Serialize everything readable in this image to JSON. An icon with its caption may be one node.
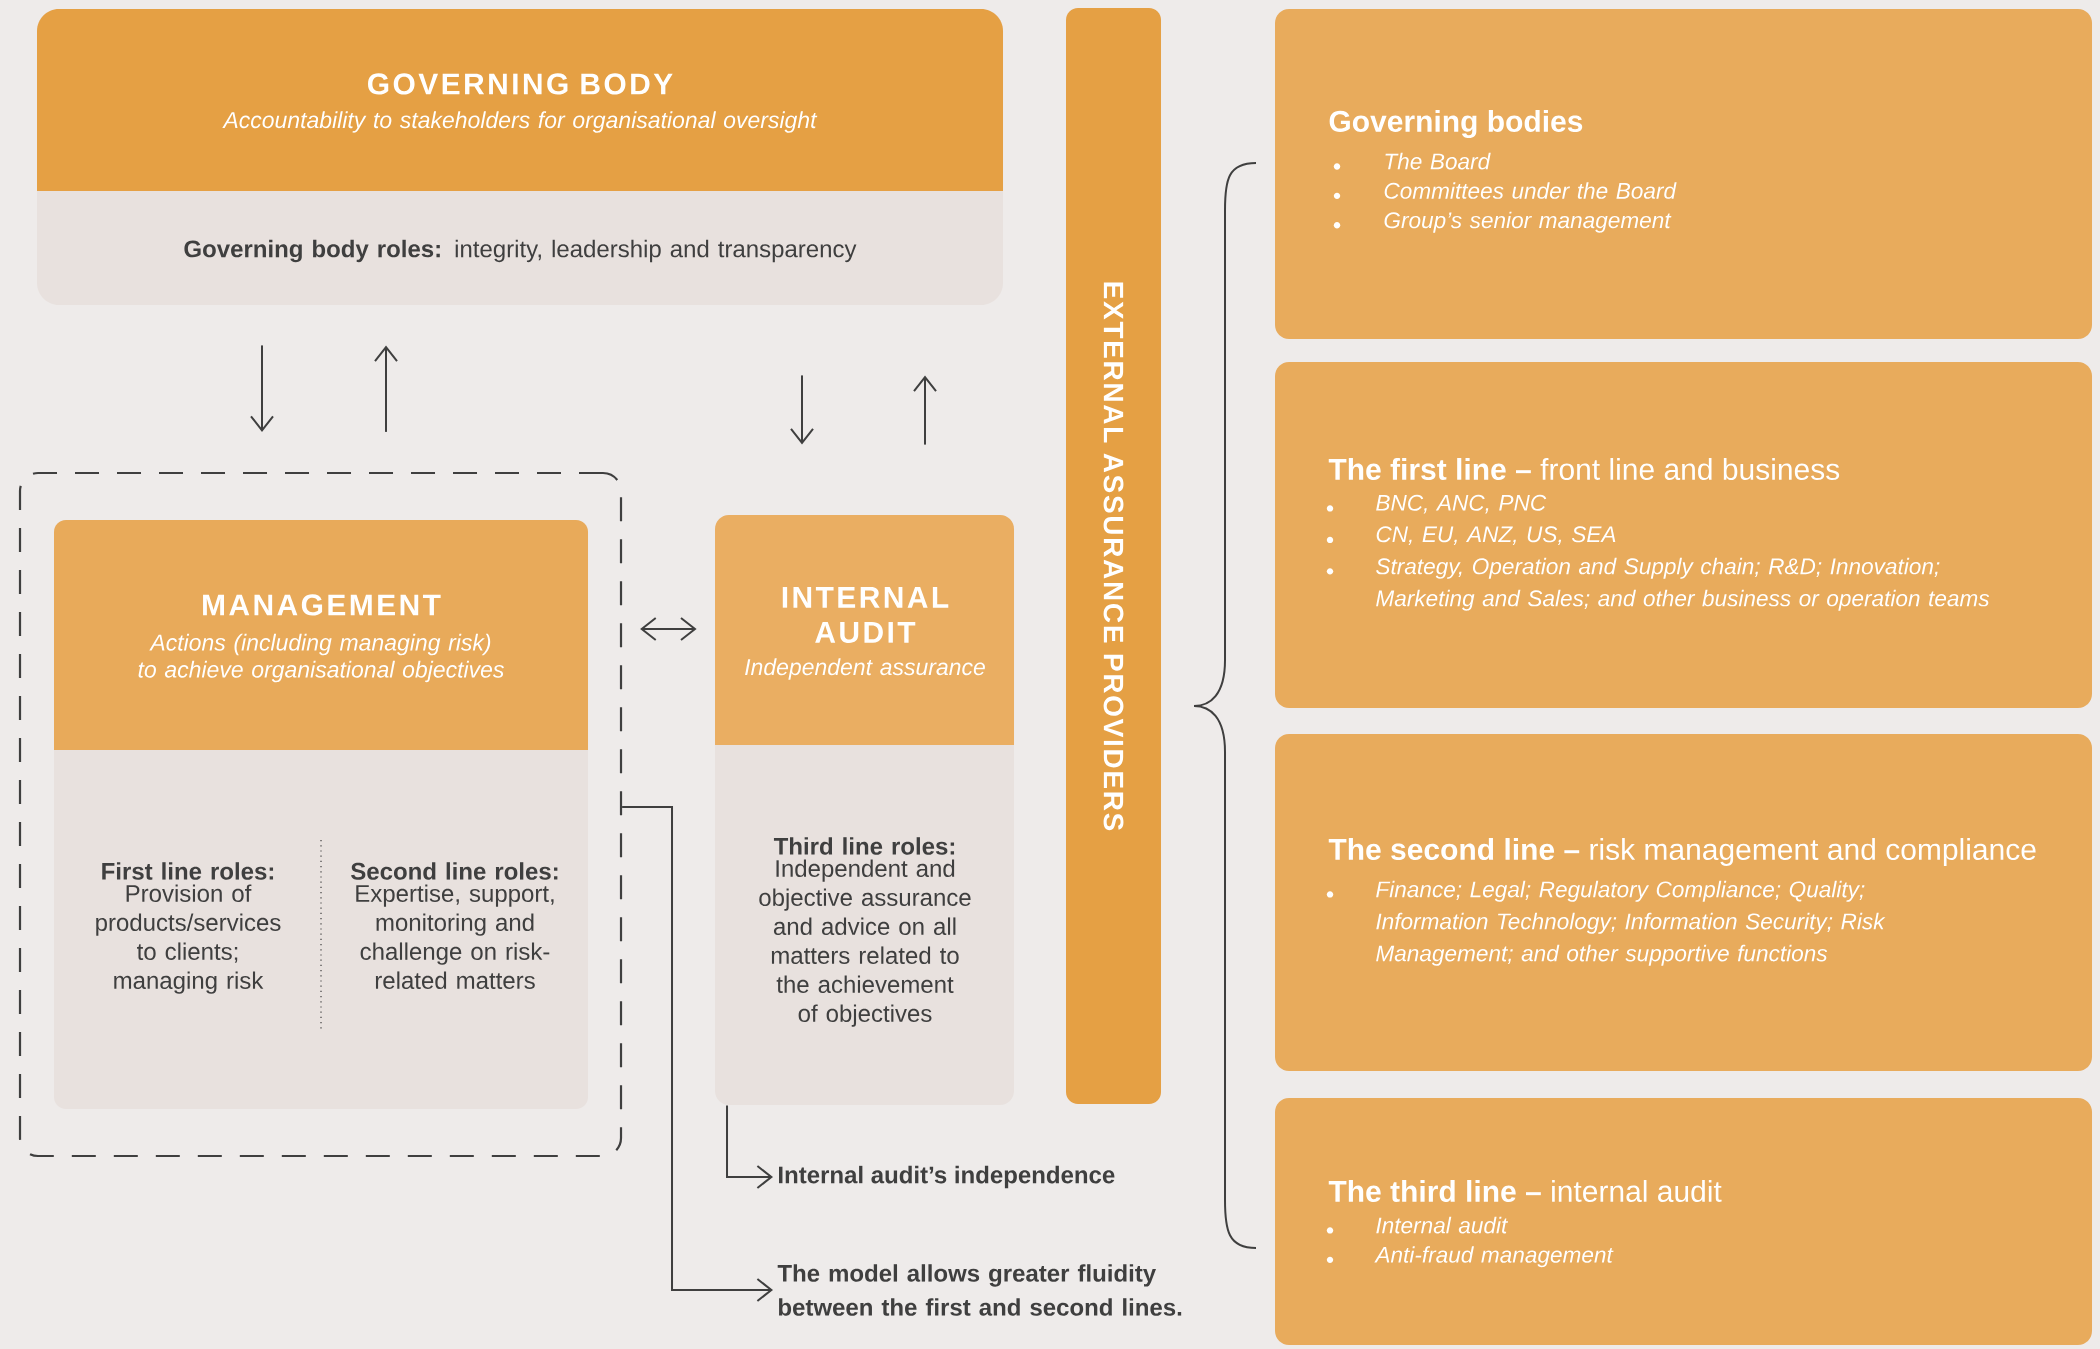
{
  "diagram": {
    "nodes": [
      {
        "text": [
          "GOVERNING BODY",
          "Accountability to stakeholders for organisational oversight",
          "**Governing body roles:** integrity, leadership and transparency"
        ]
      },
      {
        "text": [],
        "shape": "box"
      },
      {
        "text": [
          "MANAGEMENT",
          "Actions (including managing risk) to achieve organisational objectives",
          "First line roles:",
          "Provision of products/services to clients; managing risk",
          "Second line roles:",
          "Expertise, support, monitoring and challenge on risk-related matters"
        ],
        "in": 1
      },
      {
        "text": [
          "INTERNAL AUDIT",
          "Independent assurance",
          "Third line roles:",
          "Independent and objective assurance and advice on all matters related to the achievement of objectives"
        ]
      },
      {
        "text": [
          "EXTERNAL ASSURANCE PROVIDERS"
        ]
      },
      {
        "text": [
          "Governing bodies",
          "The Board",
          "Committees under the Board",
          "Group’s senior management"
        ]
      },
      {
        "text": [
          "**The first line –** front line and business",
          "BNC, ANC, PNC",
          "CN, EU, ANZ, US, SEA",
          "Strategy, Operation and Supply chain; R&D; Innovation; Marketing and Sales; and other business or operation teams"
        ]
      },
      {
        "text": [
          "**The second line –** risk management and compliance",
          "Finance; Legal; Regulatory Compliance; Quality; Information Technology; Information Security; Risk Management; and other supportive functions"
        ]
      },
      {
        "text": [
          "**The third line –** internal audit",
          "Internal audit",
          "Anti-fraud management"
        ]
      },
      {
        "text": [
          "Internal audit’s independence"
        ]
      },
      {
        "text": [
          "The model allows greater fluidity between the first and second lines."
        ]
      }
    ],
    "edges": [
      {
        "from": 0,
        "to": 1,
        "arrow": "to"
      },
      {
        "from": 1,
        "to": 0,
        "arrow": "to"
      },
      {
        "from": 0,
        "to": 3,
        "arrow": "to"
      },
      {
        "from": 3,
        "to": 0,
        "arrow": "to"
      },
      {
        "from": 1,
        "to": 3,
        "arrow": "both"
      },
      {
        "from": 3,
        "to": 9,
        "arrow": "to"
      },
      {
        "from": 1,
        "to": 10,
        "arrow": "to"
      }
    ]
  }
}
